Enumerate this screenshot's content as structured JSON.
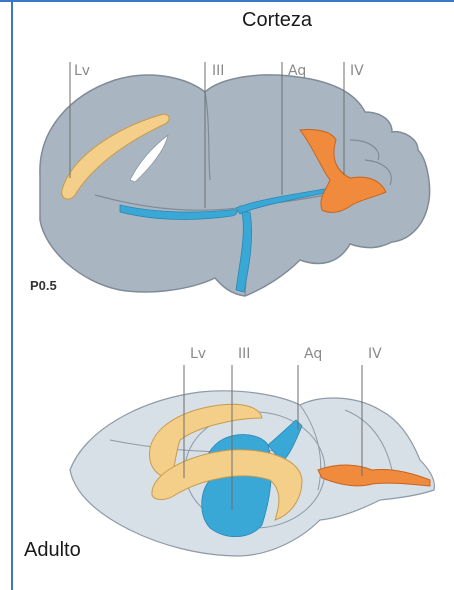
{
  "title": "Corteza",
  "colors": {
    "brain_fill": "#a9b6c2",
    "brain_outline": "#7f8c98",
    "adult_fill": "#d7dfe7",
    "adult_outline": "#8e9aa6",
    "lateral_ventricle": "#f3cf8a",
    "third_ventricle": "#3aa8d6",
    "fourth_ventricle": "#f08a3c",
    "frame_border": "#3a78c5"
  },
  "panels": [
    {
      "stage_label": "P0.5",
      "labels": [
        {
          "text": "Lv"
        },
        {
          "text": "III"
        },
        {
          "text": "Aq"
        },
        {
          "text": "IV"
        }
      ]
    },
    {
      "stage_label": "Adulto",
      "labels": [
        {
          "text": "Lv"
        },
        {
          "text": "III"
        },
        {
          "text": "Aq"
        },
        {
          "text": "IV"
        }
      ]
    }
  ]
}
